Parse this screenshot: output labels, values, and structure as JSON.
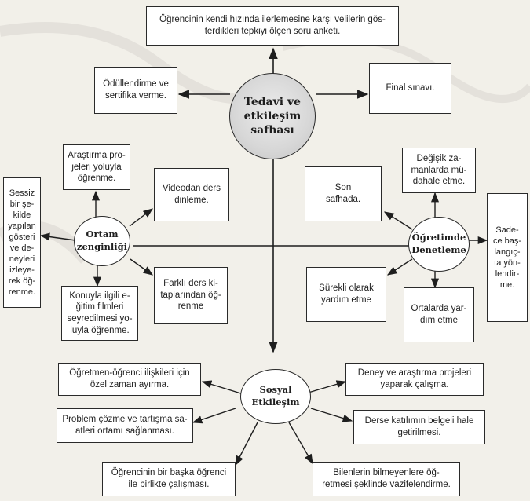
{
  "diagram": {
    "center": {
      "label": "Tedavi ve\netkileşim\nsafhası"
    },
    "top_boxes": {
      "top": "Öğrencinin kendi hızında ilerlemesine karşı velilerin gös-\nterdikleri tepkiyi ölçen soru anketi.",
      "left": "Ödüllendirme ve\nsertifika verme.",
      "right": "Final sınavı."
    },
    "ortam": {
      "label": "Ortam\nzenginliği",
      "boxes": {
        "far_left": "Sessiz\nbir şe-\nkilde\nyapılan\ngösteri\nve de-\nneyleri\nizleye-\nrek öğ-\nrenme.",
        "top_left": "Araştırma pro-\njeleri yoluyla\nöğrenme.",
        "top_right": "Videodan ders\ndinleme.",
        "bottom_left": "Konuyla ilgili e-\nğitim filmleri\nseyredilmesi yo-\nluyla öğrenme.",
        "bottom_right": "Farklı ders ki-\ntaplarından öğ-\nrenme"
      }
    },
    "ogretim": {
      "label": "Öğretimde\nDenetleme",
      "boxes": {
        "top_left": "Son\nsafhada.",
        "top_right": "Değişik za-\nmanlarda mü-\ndahale etme.",
        "far_right": "Sade-\nce baş-\nlangıç-\nta yön-\nlendir-\nme.",
        "bottom_left": "Sürekli olarak\nyardım etme",
        "bottom_right": "Ortalarda yar-\ndım etme"
      }
    },
    "sosyal": {
      "label": "Sosyal\nEtkileşim",
      "boxes": {
        "left1": "Öğretmen-öğrenci  ilişkileri için\nözel zaman ayırma.",
        "left2": "Problem çözme ve tartışma sa-\natleri ortamı sağlanması.",
        "left3": "Öğrencinin bir başka öğrenci\nile birlikte çalışması.",
        "right1": "Deney ve araştırma projeleri\nyaparak çalışma.",
        "right2": "Derse katılımın belgeli hale\ngetirilmesi.",
        "right3": "Bilenlerin bilmeyenlere öğ-\nretmesi şeklinde vazifelendirme."
      }
    }
  }
}
